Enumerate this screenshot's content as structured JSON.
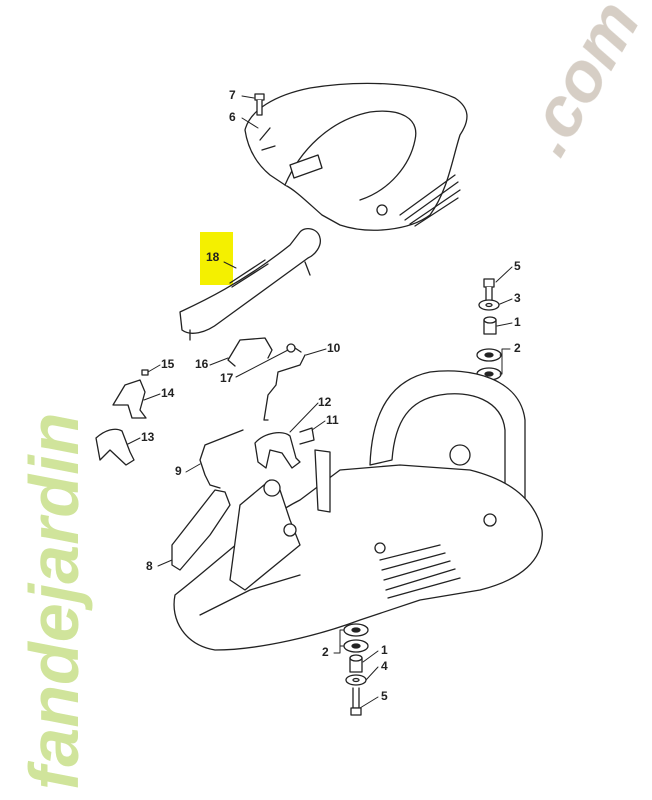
{
  "diagram": {
    "highlighted_part": "18",
    "highlight_color": "#f4f000",
    "callouts": {
      "c7": "7",
      "c6": "6",
      "c18": "18",
      "c5a": "5",
      "c3": "3",
      "c1a": "1",
      "c2a": "2",
      "c15": "15",
      "c16": "16",
      "c17": "17",
      "c10": "10",
      "c14": "14",
      "c12": "12",
      "c11": "11",
      "c13": "13",
      "c9": "9",
      "c8": "8",
      "c2b": "2",
      "c1b": "1",
      "c4": "4",
      "c5b": "5"
    }
  },
  "watermark": {
    "text_green": "fandejardin",
    "text_grey": ".com",
    "green": "#c8e08a",
    "orange": "#f5b04a",
    "grey": "#cfc6bb"
  }
}
